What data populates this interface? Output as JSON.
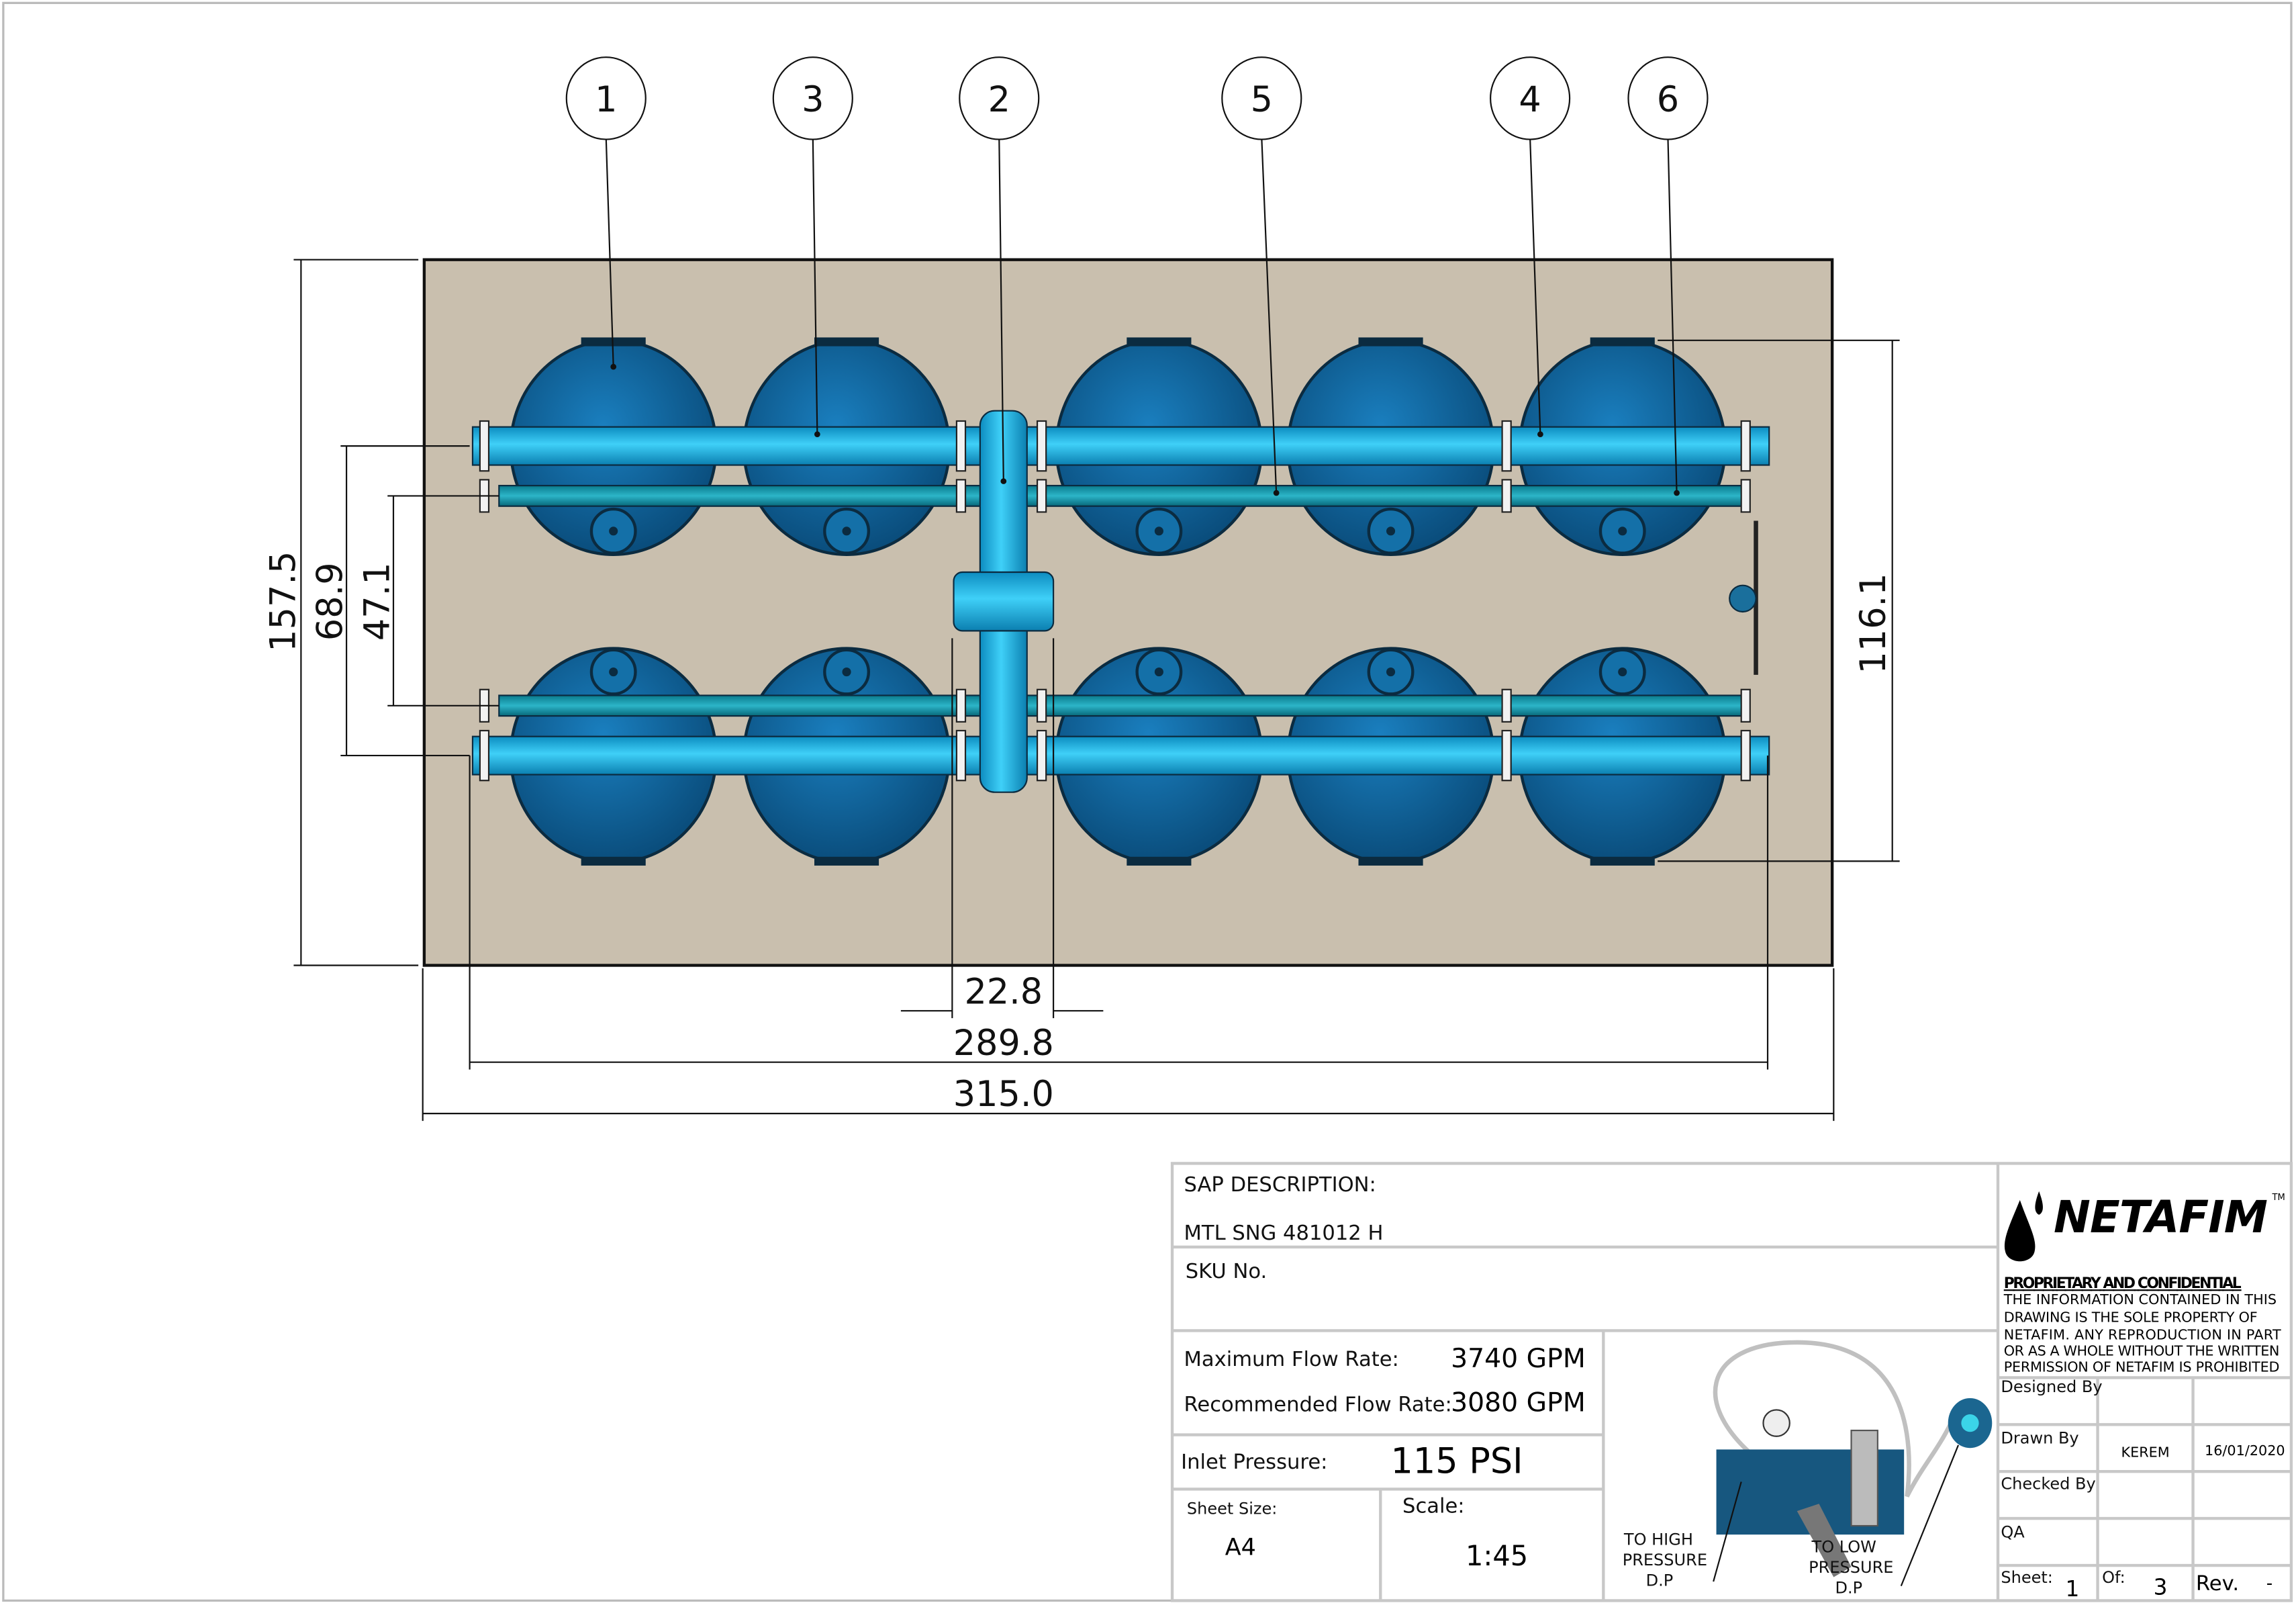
{
  "balloons": [
    "1",
    "3",
    "2",
    "5",
    "4",
    "6"
  ],
  "dimensions": {
    "overall_height": "157.5",
    "header_spacing": "68.9",
    "small_pipe_spacing": "47.1",
    "tank_span": "116.1",
    "manifold_width": "22.8",
    "header_length": "289.8",
    "overall_length": "315.0"
  },
  "title_block": {
    "sap_label": "SAP DESCRIPTION:",
    "sap_value": "MTL SNG 481012 H",
    "sku_label": "SKU No.",
    "max_flow_label": "Maximum Flow Rate:",
    "max_flow_value": "3740 GPM",
    "rec_flow_label": "Recommended Flow Rate:",
    "rec_flow_value": "3080 GPM",
    "inlet_label": "Inlet Pressure:",
    "inlet_value": "115 PSI",
    "sheet_size_label": "Sheet Size:",
    "sheet_size_value": "A4",
    "scale_label": "Scale:",
    "scale_value": "1:45",
    "high_dp": [
      "TO HIGH",
      "PRESSURE",
      "D.P"
    ],
    "low_dp": [
      "TO LOW",
      "PRESSURE",
      "D.P"
    ],
    "logo": "NETAFIM",
    "logo_tm": "TM",
    "confidential_title": "PROPRIETARY AND CONFIDENTIAL",
    "confidential_lines": [
      "THE INFORMATION CONTAINED IN THIS",
      "DRAWING IS THE SOLE PROPERTY OF",
      "NETAFIM. ANY REPRODUCTION IN PART",
      "OR AS A WHOLE WITHOUT THE WRITTEN",
      "PERMISSION OF NETAFIM IS PROHIBITED"
    ],
    "designed_by_label": "Designed By",
    "drawn_by_label": "Drawn By",
    "drawn_by_value": "KEREM",
    "drawn_date": "16/01/2020",
    "checked_by_label": "Checked By",
    "qa_label": "QA",
    "sheet_label": "Sheet:",
    "sheet_value": "1",
    "of_label": "Of:",
    "of_value": "3",
    "rev_label": "Rev.",
    "rev_value": "-"
  },
  "colors": {
    "tank": "#0d5f95",
    "pipe": "#1fb8ea",
    "slab": "#c9bfae"
  }
}
